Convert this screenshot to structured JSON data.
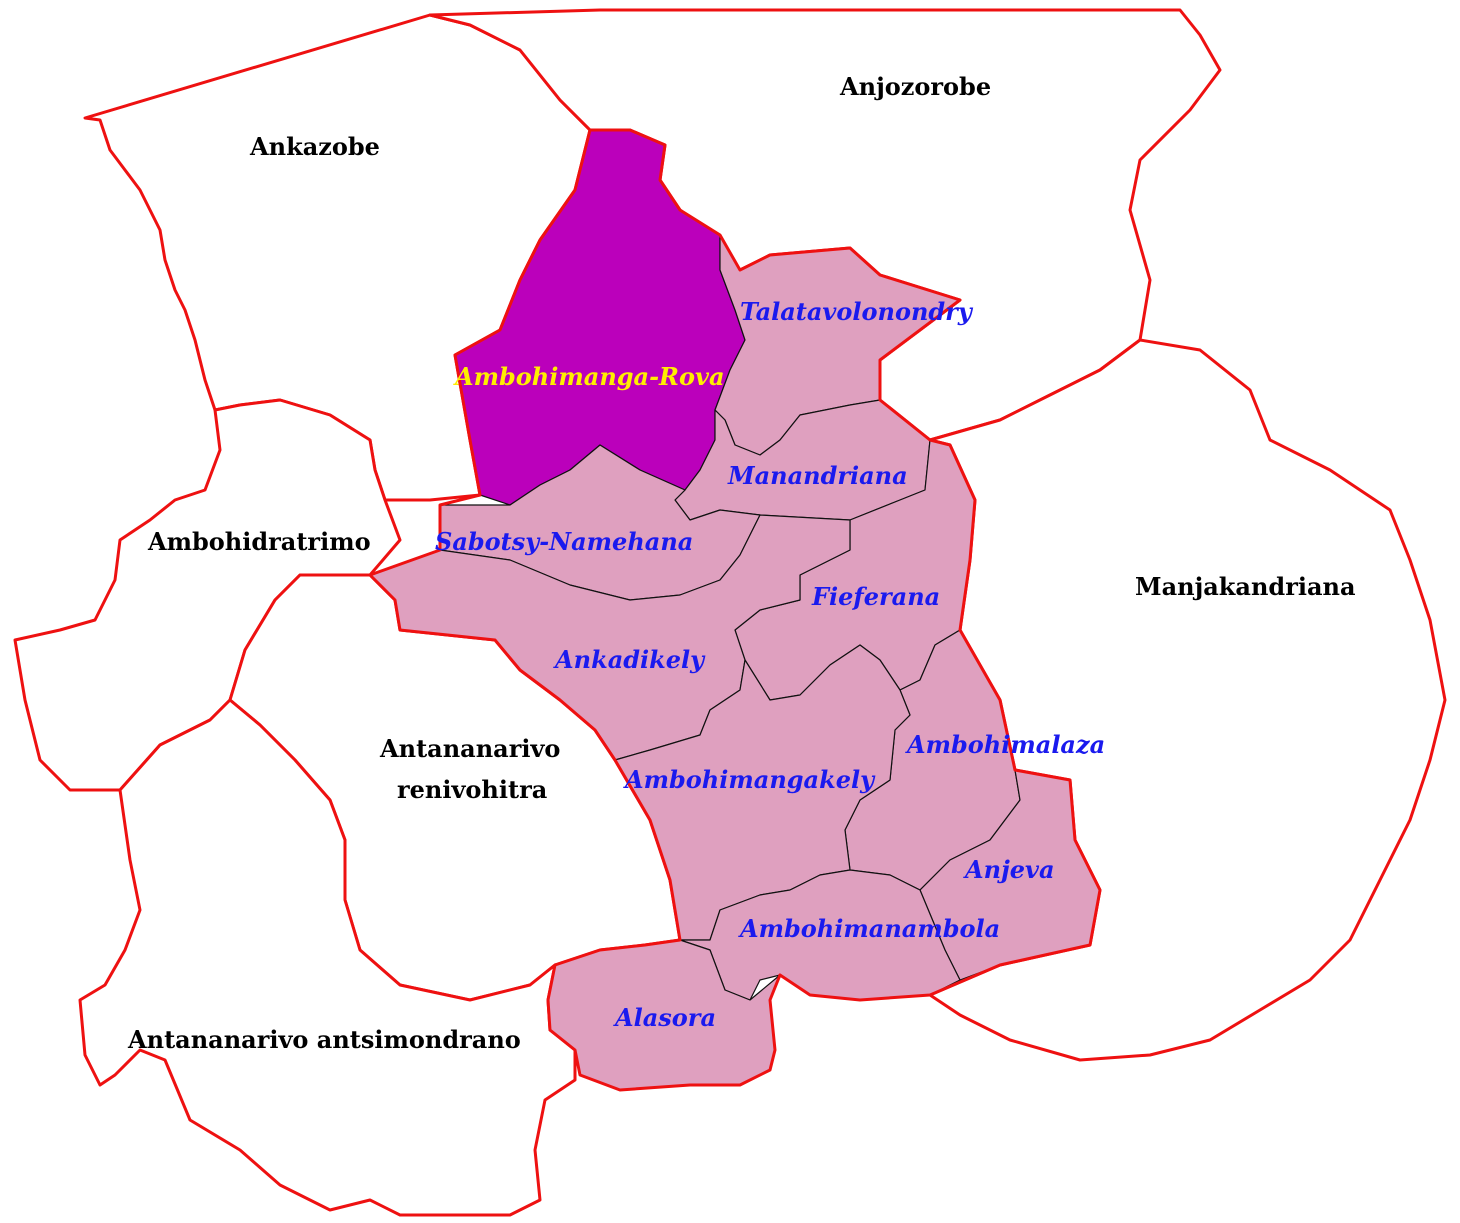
{
  "colors": {
    "district_fill": "#ffffff",
    "district_border": "#ee1111",
    "commune_fill": "#dfa0bf",
    "highlight_fill": "#bb00bb",
    "commune_label": "#1a1aee",
    "highlight_label": "#ffee00",
    "district_label": "#000000"
  },
  "districts": {
    "ankazobe": "Ankazobe",
    "anjozorobe": "Anjozorobe",
    "ambohidratrimo": "Ambohidratrimo",
    "manjakandriana": "Manjakandriana",
    "antananarivo_renivohitra_line1": "Antananarivo",
    "antananarivo_renivohitra_line2": "renivohitra",
    "antananarivo_antsimondrano": "Antananarivo antsimondrano"
  },
  "communes": {
    "talatavolonondry": "Talatavolonondry",
    "ambohimanga_rova": "Ambohimanga-Rova",
    "manandriana": "Manandriana",
    "sabotsy_namehana": "Sabotsy-Namehana",
    "fieferana": "Fieferana",
    "ankadikely": "Ankadikely",
    "ambohimalaza": "Ambohimalaza",
    "ambohimangakely": "Ambohimangakely",
    "anjeva": "Anjeva",
    "ambohimanambola": "Ambohimanambola",
    "alasora": "Alasora"
  },
  "highlighted_commune": "Ambohimanga-Rova"
}
